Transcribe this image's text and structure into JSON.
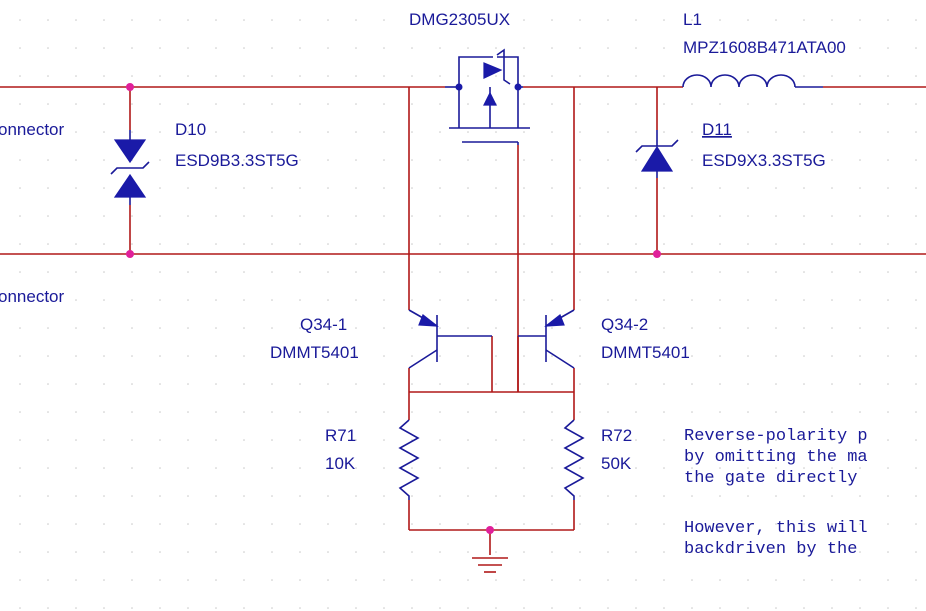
{
  "labels": {
    "conn_top": "onnector",
    "conn_bottom": "onnector",
    "d10_ref": "D10",
    "d10_part": "ESD9B3.3ST5G",
    "mosfet_part": "DMG2305UX",
    "l1_ref": "L1",
    "l1_part": "MPZ1608B471ATA00",
    "d11_ref": "D11",
    "d11_part": "ESD9X3.3ST5G",
    "q1_ref": "Q34-1",
    "q1_part": "DMMT5401",
    "q2_ref": "Q34-2",
    "q2_part": "DMMT5401",
    "r71_ref": "R71",
    "r71_val": "10K",
    "r72_ref": "R72",
    "r72_val": "50K"
  },
  "note": {
    "line1": "Reverse-polarity p",
    "line2": "by omitting the ma",
    "line3": "the gate directly",
    "line4": "However, this will",
    "line5": "backdriven by the"
  },
  "colors": {
    "wire": "#b01818",
    "component": "#1a1a99",
    "junction": "#e0209a",
    "background": "#ffffff",
    "grid_dot": "#c8c8c8"
  }
}
